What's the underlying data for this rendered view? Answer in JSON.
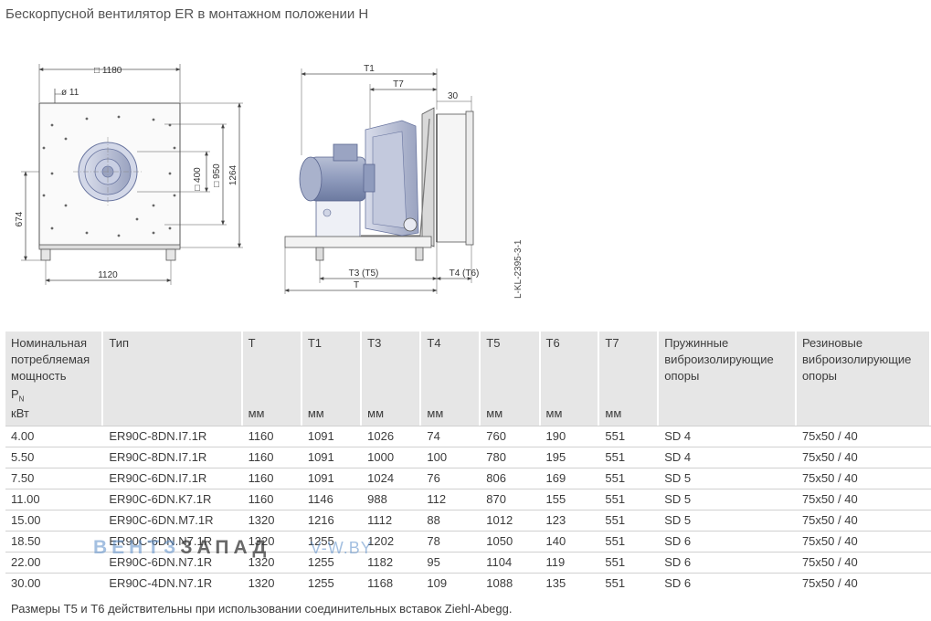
{
  "title": "Бескорпусной вентилятор ER в монтажном положении H",
  "drawing": {
    "front": {
      "width_label": "□ 1180",
      "hole_label": "ø 11",
      "d400": "□ 400",
      "d950": "□ 950",
      "h1264": "1264",
      "h674": "674",
      "w1120": "1120"
    },
    "side": {
      "t1": "T1",
      "t7": "T7",
      "d30": "30",
      "t3t5": "T3 (T5)",
      "t4t6": "T4 (T6)",
      "t": "T"
    },
    "code": "L-KL-2395-3-1"
  },
  "table": {
    "headers": [
      {
        "label": "Номинальная потребляемая мощность",
        "sym": "P",
        "sub": "N",
        "unit": "кВт"
      },
      {
        "label": "Тип",
        "unit": ""
      },
      {
        "label": "T",
        "unit": "мм"
      },
      {
        "label": "T1",
        "unit": "мм"
      },
      {
        "label": "T3",
        "unit": "мм"
      },
      {
        "label": "T4",
        "unit": "мм"
      },
      {
        "label": "T5",
        "unit": "мм"
      },
      {
        "label": "T6",
        "unit": "мм"
      },
      {
        "label": "T7",
        "unit": "мм"
      },
      {
        "label": "Пружинные виброизолирующие опоры",
        "unit": ""
      },
      {
        "label": "Резиновые виброизолирующие опоры",
        "unit": ""
      }
    ],
    "rows": [
      [
        "4.00",
        "ER90C-8DN.I7.1R",
        "1160",
        "1091",
        "1026",
        "74",
        "760",
        "190",
        "551",
        "SD 4",
        "75x50 / 40"
      ],
      [
        "5.50",
        "ER90C-8DN.I7.1R",
        "1160",
        "1091",
        "1000",
        "100",
        "780",
        "195",
        "551",
        "SD 4",
        "75x50 / 40"
      ],
      [
        "7.50",
        "ER90C-6DN.I7.1R",
        "1160",
        "1091",
        "1024",
        "76",
        "806",
        "169",
        "551",
        "SD 5",
        "75x50 / 40"
      ],
      [
        "11.00",
        "ER90C-6DN.K7.1R",
        "1160",
        "1146",
        "988",
        "112",
        "870",
        "155",
        "551",
        "SD 5",
        "75x50 / 40"
      ],
      [
        "15.00",
        "ER90C-6DN.M7.1R",
        "1320",
        "1216",
        "1112",
        "88",
        "1012",
        "123",
        "551",
        "SD 5",
        "75x50 / 40"
      ],
      [
        "18.50",
        "ER90C-6DN.N7.1R",
        "1320",
        "1255",
        "1202",
        "78",
        "1050",
        "140",
        "551",
        "SD 6",
        "75x50 / 40"
      ],
      [
        "22.00",
        "ER90C-6DN.N7.1R",
        "1320",
        "1255",
        "1182",
        "95",
        "1104",
        "119",
        "551",
        "SD 6",
        "75x50 / 40"
      ],
      [
        "30.00",
        "ER90C-4DN.N7.1R",
        "1320",
        "1255",
        "1168",
        "109",
        "1088",
        "135",
        "551",
        "SD 6",
        "75x50 / 40"
      ]
    ]
  },
  "note": "Размеры T5 и T6 действительны при использовании соединительных вставок Ziehl-Abegg.",
  "watermark": {
    "part1": "ВЕНТЗ",
    "part2": "ЗАПАД",
    "part3": "V-W.BY"
  }
}
